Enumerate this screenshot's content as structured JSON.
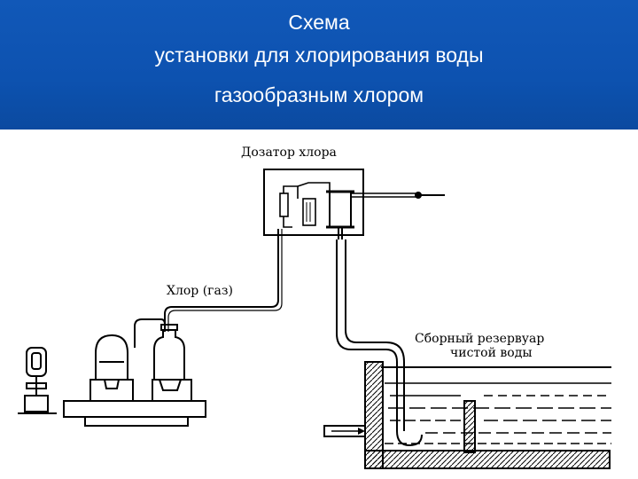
{
  "slide": {
    "title_line1": "Схема",
    "title_line2": "установки для хлорирования воды",
    "title_line3": "газообразным хлором",
    "title_bg_color": "#0d52b0",
    "title_text_color": "#ffffff"
  },
  "diagram": {
    "label_doser": "Дозатор хлора",
    "label_gas": "Хлор (газ)",
    "label_reservoir_line1": "Сборный резервуар",
    "label_reservoir_line2": "чистой воды"
  }
}
